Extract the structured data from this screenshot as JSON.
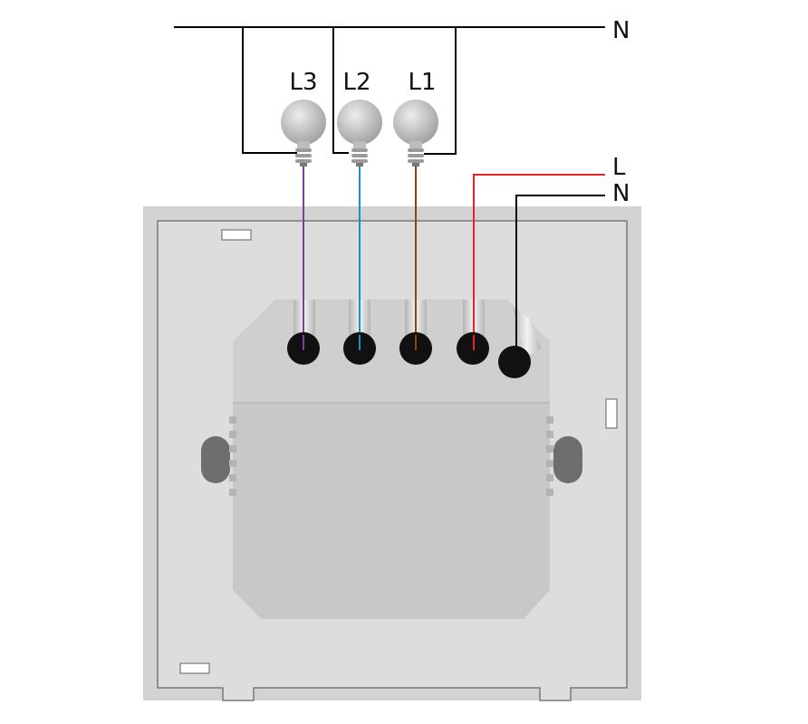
{
  "labels": {
    "top_neutral": "N",
    "live": "L",
    "neutral": "N",
    "lamp_1": "L1",
    "lamp_2": "L2",
    "lamp_3": "L3"
  },
  "colors": {
    "neutral_wire": "#000000",
    "live_wire": "#e2232a",
    "lamp_1_wire": "#8b4513",
    "lamp_2_wire": "#1e90c8",
    "lamp_3_wire": "#7b3fa0",
    "plate": "#dcdcdc",
    "plate_frame": "#d3d3d3",
    "module": "#c8c8c8",
    "terminal": "#111111",
    "bulb": "#c9c9c9"
  }
}
